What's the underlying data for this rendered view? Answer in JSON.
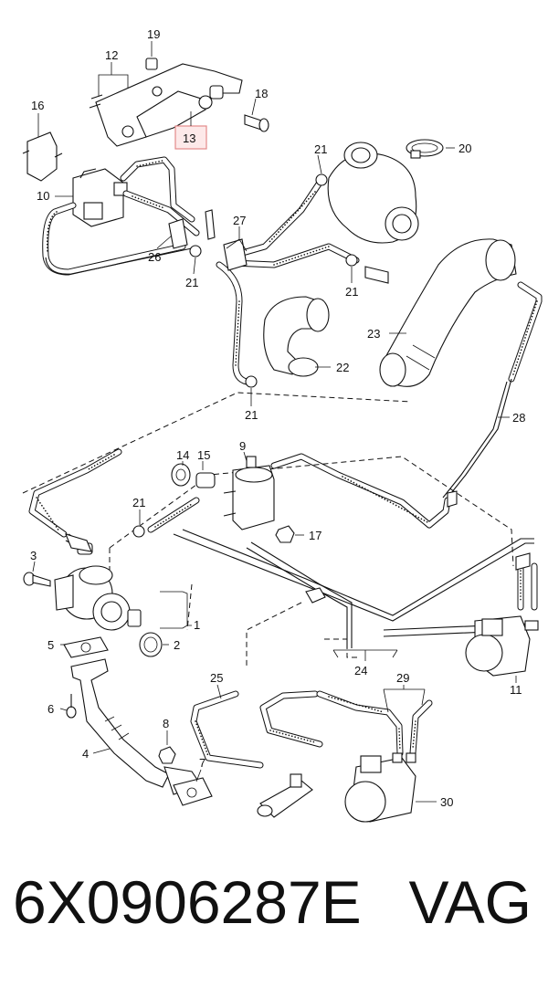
{
  "diagram": {
    "highlight_color": "#e38a8a",
    "labels": {
      "p1": "1",
      "p2": "2",
      "p3": "3",
      "p4": "4",
      "p5": "5",
      "p6": "6",
      "p7": "7",
      "p8": "8",
      "p9": "9",
      "p10": "10",
      "p11": "11",
      "p12": "12",
      "p13": "13",
      "p14": "14",
      "p15": "15",
      "p16": "16",
      "p17": "17",
      "p18": "18",
      "p19": "19",
      "p20": "20",
      "p21a": "21",
      "p21b": "21",
      "p21c": "21",
      "p21d": "21",
      "p21e": "21",
      "p22": "22",
      "p23": "23",
      "p24": "24",
      "p25": "25",
      "p26": "26",
      "p27": "27",
      "p28": "28",
      "p29": "29",
      "p30": "30"
    }
  },
  "footer": {
    "part_number": "6X0906287E",
    "brand": "VAG"
  }
}
